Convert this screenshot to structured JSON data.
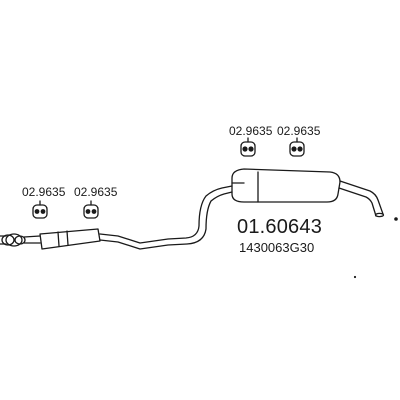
{
  "labels": {
    "clamp_top_left": "02.9635",
    "clamp_top_right": "02.9635",
    "clamp_left_a": "02.9635",
    "clamp_left_b": "02.9635",
    "main_part": "01.60643",
    "oem_number": "1430063G30"
  }
}
